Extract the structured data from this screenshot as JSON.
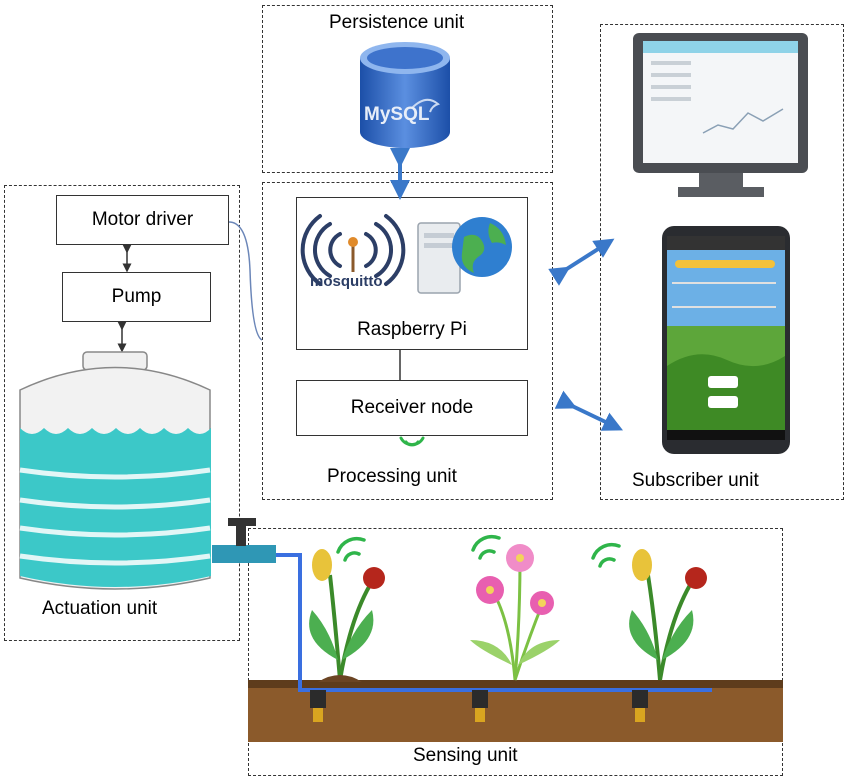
{
  "units": {
    "persistence": "Persistence unit",
    "processing": "Processing unit",
    "subscriber": "Subscriber unit",
    "actuation": "Actuation unit",
    "sensing": "Sensing unit"
  },
  "components": {
    "motor_driver": "Motor driver",
    "pump": "Pump",
    "raspberry_pi": "Raspberry Pi",
    "receiver_node": "Receiver node"
  },
  "logos": {
    "mysql": "MySQL",
    "mosquitto": "mosquitto"
  },
  "colors": {
    "water": "#3cc8c8",
    "arrow": "#3a78c9",
    "pipe": "#3a6fe0",
    "soil": "#8b5a2b",
    "wifi": "#2fb54a"
  }
}
